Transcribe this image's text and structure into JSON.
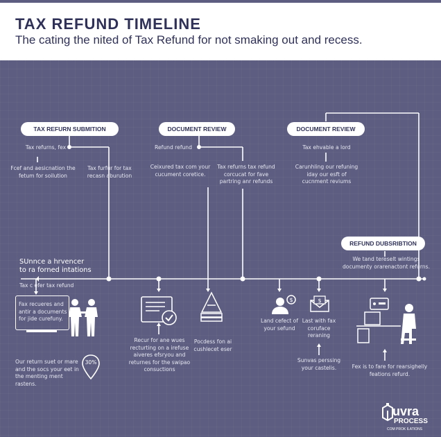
{
  "header": {
    "title": "TAX REFUND TIMELINE",
    "subtitle": "The cating the nited of  Tax Refund for not smaking out and recess."
  },
  "stages": [
    {
      "label": "TAX REFURN SUBMITION"
    },
    {
      "label": "DOCUMENT REVIEW"
    },
    {
      "label": "DOCUMENT REVIEW"
    },
    {
      "label": "REFUND DUBSRIBTION"
    }
  ],
  "notes": {
    "n1": "Tax refurns, fex",
    "n2": "Fcef and aesicnation the\nfetum for soilution",
    "n3": "Tax furfur for tax\nrecasn aburution",
    "n4": "Refund refund",
    "n5": "Ceixured tax com your\ncucument coretice.",
    "n6": "Tax refurns tax refund\ncorcucat for fave\npartring anr refunds",
    "n7": "Tax ehvable a lord",
    "n8": "Carunhling our refuning\niday our esft of\ncucnment reviums",
    "n9": "We tand tereselt wintings\ndocumenty orarenactont refurns.",
    "side_heading": "SUnnce a hrvencer\nto ra forned intations",
    "side_sub": "Tax c  efer tax refund",
    "screen_note": "Fax recueres and\nantir a documents\nfor jide curefuny.",
    "bottom_left": "Our return suet or mare\nand the socs your eet in\nthe menting ment rastens.",
    "badge": "30%",
    "b1": "Recur for ane wues\nrecturting on a irefuse\naiveres efsryou and\nreturnes for the swipao\nconsuctions",
    "b2": "Pocdess fon ai\ncushlecet eser",
    "b3": "Land cefect of\nyour sefund",
    "b4": "Last with fax\ncoruface\nreraning",
    "b5": "Sunvas perssing\nyour castelis.",
    "b6": "Fex is to fare for rearsighelly\nfeations refurd."
  },
  "logo": {
    "name": "uvra",
    "line2": "PROCESS",
    "tagline": "COM PROK ILATIONS"
  }
}
